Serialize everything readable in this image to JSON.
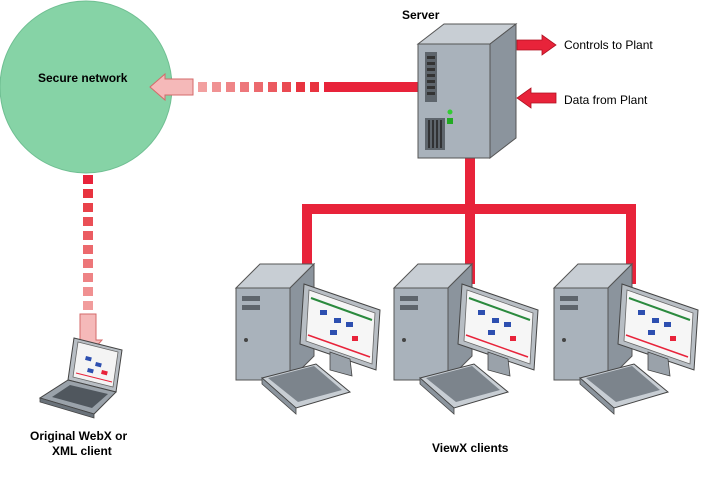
{
  "labels": {
    "server": "Server",
    "controls": "Controls to Plant",
    "data": "Data from Plant",
    "secure_network": "Secure network",
    "webx_line1": "Original WebX  or",
    "webx_line2": "XML client",
    "viewx_clients": "ViewX clients"
  },
  "colors": {
    "network_fill": "#86d3a6",
    "link_red": "#e8233a",
    "dashed_pink": "#ee8a8f",
    "server_body": "#a9b2bb"
  }
}
